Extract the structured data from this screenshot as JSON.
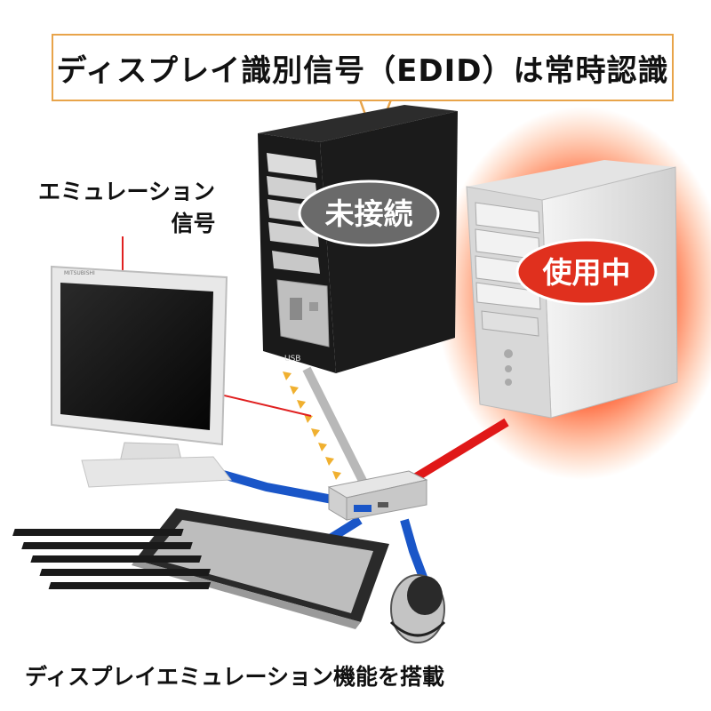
{
  "callout": {
    "text": "ディスプレイ識別信号（EDID）は常時認識"
  },
  "emulation_label": {
    "line1": "エミュレーション",
    "line2": "信号"
  },
  "badges": {
    "unconnected": "未接続",
    "in_use": "使用中"
  },
  "footer": {
    "text": "ディスプレイエミュレーション機能を搭載"
  },
  "case_labels": {
    "usb_badge": "USB"
  },
  "colors": {
    "callout_border": "#e8a44a",
    "emulation_line": "#e02020",
    "usb_cable": "#1a56c8",
    "active_cable": "#e01818",
    "inactive_cable": "#b8b8b8",
    "edid_dots": "#f0b030",
    "badge_gray": "#6a6a6a",
    "badge_red": "#e0301e"
  }
}
